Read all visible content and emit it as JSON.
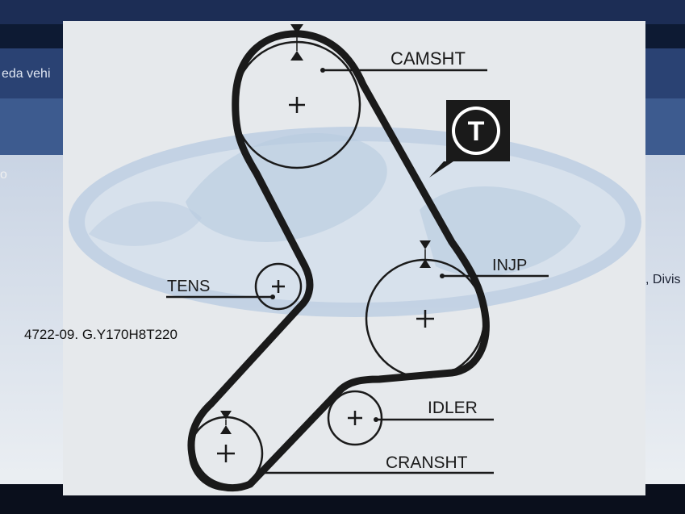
{
  "screen": {
    "left_fragment_1": "eda vehi",
    "left_fragment_2": "o",
    "right_fragment": ", Divis"
  },
  "diagram": {
    "labels": {
      "camshaft": "CAMSHT",
      "tensioner": "TENS",
      "injection_pump": "INJP",
      "idler": "IDLER",
      "crankshaft": "CRANSHT"
    },
    "badge_letter": "T",
    "part_number": "4722-09. G.Y170H8T220"
  },
  "colors": {
    "line": "#1a1a1a",
    "panel": "#e6e9ec",
    "watermark": "#a9c1dc",
    "screen_dark": "#0d1a33",
    "screen_header": "#23355e"
  }
}
